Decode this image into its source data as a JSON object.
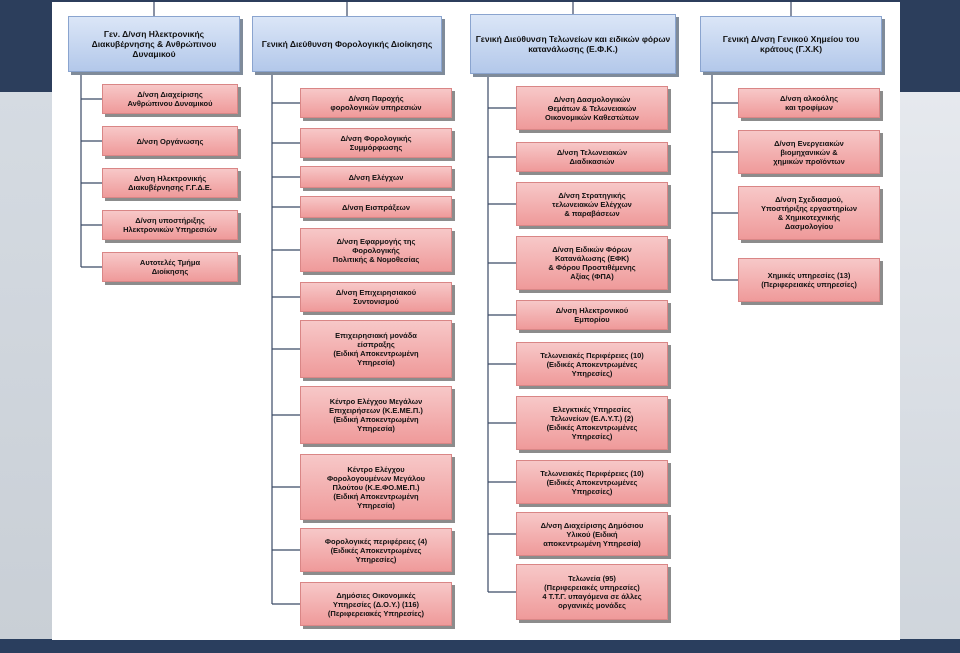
{
  "columns": [
    {
      "header": "Γεν. Δ/νση Ηλεκτρονικής\nΔιακυβέρνησης &\nΑνθρώπινου Δυναμικού",
      "items": [
        "Δ/νση Διαχείρισης\nΑνθρώπινου Δυναμικού",
        "Δ/νση Οργάνωσης",
        "Δ/νση Ηλεκτρονικής\nΔιακυβέρνησης Γ.Γ.Δ.Ε.",
        "Δ/νση υποστήριξης\nΗλεκτρονικών Υπηρεσιών",
        "Αυτοτελές Τμήμα\nΔιοίκησης"
      ]
    },
    {
      "header": "Γενική Διεύθυνση\nΦορολογικής Διοίκησης",
      "items": [
        "Δ/νση Παροχής\nφορολογικών υπηρεσιών",
        "Δ/νση Φορολογικής\nΣυμμόρφωσης",
        "Δ/νση Ελέγχων",
        "Δ/νση Εισπράξεων",
        "Δ/νση Εφαρμογής της\nΦορολογικής\nΠολιτικής & Νομοθεσίας",
        "Δ/νση Επιχειρησιακού\nΣυντονισμού",
        "Επιχειρησιακή μονάδα\nείσπραξης\n(Ειδική Αποκεντρωμένη\nΥπηρεσία)",
        "Κέντρο Ελέγχου Μεγάλων\nΕπιχειρήσεων (Κ.Ε.ΜΕ.Π.)\n(Ειδική Αποκεντρωμένη\nΥπηρεσία)",
        "Κέντρο Ελέγχου\nΦορολογουμένων Μεγάλου\nΠλούτου (Κ.Ε.ΦΟ.ΜΕ.Π.)\n(Ειδική Αποκεντρωμένη\nΥπηρεσία)",
        "Φορολογικές περιφέρειες (4)\n(Ειδικές Αποκεντρωμένες\nΥπηρεσίες)",
        "Δημόσιες Οικονομικές\nΥπηρεσίες (Δ.Ο.Υ.) (116)\n(Περιφερειακές Υπηρεσίες)"
      ]
    },
    {
      "header": "Γενική Διεύθυνση Τελωνείων\nκαι ειδικών φόρων\nκατανάλωσης\n(Ε.Φ.Κ.)",
      "items": [
        "Δ/νση Δασμολογικών\nΘεμάτων & Τελωνειακών\nΟικονομικών Καθεστώτων",
        "Δ/νση Τελωνειακών\nΔιαδικασιών",
        "Δ/νση Στρατηγικής\nτελωνειακών Ελέγχων\n& παραβάσεων",
        "Δ/νση Ειδικών Φόρων\nΚατανάλωσης (ΕΦΚ)\n& Φόρου Προστιθέμενης\nΑξίας (ΦΠΑ)",
        "Δ/νση Ηλεκτρονικού\nΕμπορίου",
        "Τελωνειακές Περιφέρειες (10)\n(Ειδικές Αποκεντρωμένες\nΥπηρεσίες)",
        "Ελεγκτικές Υπηρεσίες\nΤελωνείων (Ε.Λ.Υ.Τ.) (2)\n(Ειδικές Αποκεντρωμένες\nΥπηρεσίες)",
        "Τελωνειακές Περιφέρειες (10)\n(Ειδικές Αποκεντρωμένες\nΥπηρεσίες)",
        "Δ/νση Διαχείρισης Δημόσιου\nΥλικού (Ειδική\nαποκεντρωμένη Υπηρεσία)",
        "Τελωνεία (95)\n(Περιφερειακές υπηρεσίες)\n4 Τ.Τ.Γ. υπαγόμενα σε άλλες\nοργανικές μονάδες"
      ]
    },
    {
      "header": "Γενική Δ/νση\nΓενικού Χημείου του κράτους\n(Γ.Χ.Κ)",
      "items": [
        "Δ/νση αλκοόλης\nκαι τροφίμων",
        "Δ/νση Ενεργειακών\nβιομηχανικών &\nχημικών προϊόντων",
        "Δ/νση Σχεδιασμού,\nΥποστήριξης εργαστηρίων\n& Χημικοτεχνικής\nΔασμολογίου",
        "Χημικές υπηρεσίες (13)\n(Περιφερειακές υπηρεσίες)"
      ]
    }
  ],
  "colors": {
    "header_fill": "#b3c8ea",
    "box_fill": "#ef9a9a",
    "connector": "#3b4a66",
    "banner": "#2c3e5c"
  }
}
